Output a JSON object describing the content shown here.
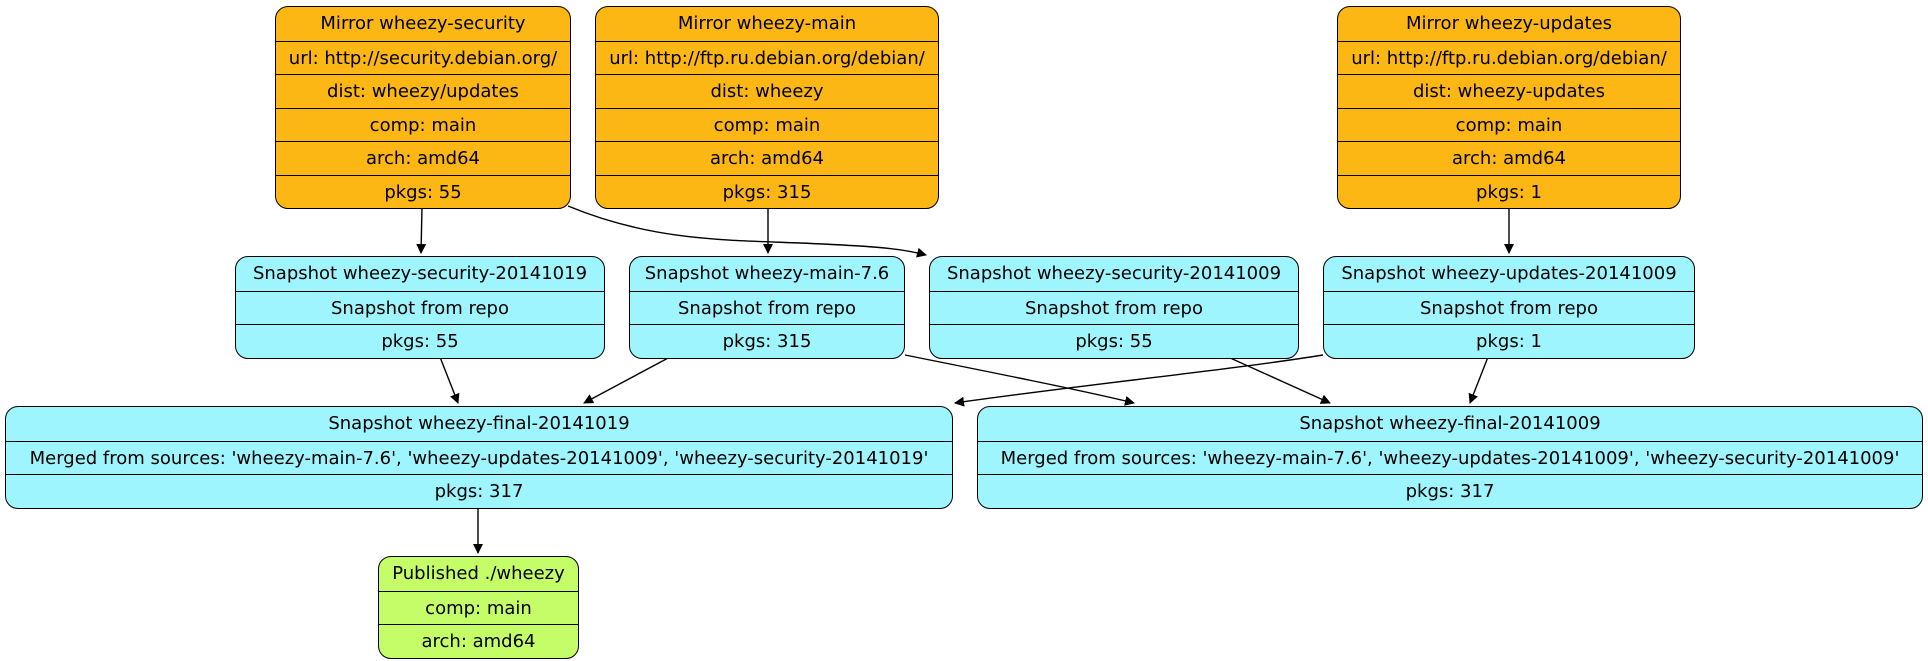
{
  "colors": {
    "mirror": "#fdb714",
    "snapshot": "#9ff5fd",
    "published": "#c5fd68",
    "edge": "#000000"
  },
  "nodes": [
    {
      "id": "mirror-wheezy-security",
      "kind": "mirror",
      "rows": [
        "Mirror wheezy-security",
        "url: http://security.debian.org/",
        "dist: wheezy/updates",
        "comp: main",
        "arch: amd64",
        "pkgs: 55"
      ]
    },
    {
      "id": "mirror-wheezy-main",
      "kind": "mirror",
      "rows": [
        "Mirror wheezy-main",
        "url: http://ftp.ru.debian.org/debian/",
        "dist: wheezy",
        "comp: main",
        "arch: amd64",
        "pkgs: 315"
      ]
    },
    {
      "id": "mirror-wheezy-updates",
      "kind": "mirror",
      "rows": [
        "Mirror wheezy-updates",
        "url: http://ftp.ru.debian.org/debian/",
        "dist: wheezy-updates",
        "comp: main",
        "arch: amd64",
        "pkgs: 1"
      ]
    },
    {
      "id": "snapshot-wheezy-security-20141019",
      "kind": "snapshot",
      "rows": [
        "Snapshot wheezy-security-20141019",
        "Snapshot from repo",
        "pkgs: 55"
      ]
    },
    {
      "id": "snapshot-wheezy-main-7-6",
      "kind": "snapshot",
      "rows": [
        "Snapshot wheezy-main-7.6",
        "Snapshot from repo",
        "pkgs: 315"
      ]
    },
    {
      "id": "snapshot-wheezy-security-20141009",
      "kind": "snapshot",
      "rows": [
        "Snapshot wheezy-security-20141009",
        "Snapshot from repo",
        "pkgs: 55"
      ]
    },
    {
      "id": "snapshot-wheezy-updates-20141009",
      "kind": "snapshot",
      "rows": [
        "Snapshot wheezy-updates-20141009",
        "Snapshot from repo",
        "pkgs: 1"
      ]
    },
    {
      "id": "snapshot-wheezy-final-20141019",
      "kind": "snapshot",
      "rows": [
        "Snapshot wheezy-final-20141019",
        "Merged from sources: 'wheezy-main-7.6', 'wheezy-updates-20141009', 'wheezy-security-20141019'",
        "pkgs: 317"
      ]
    },
    {
      "id": "snapshot-wheezy-final-20141009",
      "kind": "snapshot",
      "rows": [
        "Snapshot wheezy-final-20141009",
        "Merged from sources: 'wheezy-main-7.6', 'wheezy-updates-20141009', 'wheezy-security-20141009'",
        "pkgs: 317"
      ]
    },
    {
      "id": "published-wheezy",
      "kind": "published",
      "rows": [
        "Published ./wheezy",
        "comp: main",
        "arch: amd64"
      ]
    }
  ],
  "edges": [
    {
      "from": "mirror-wheezy-security",
      "to": "snapshot-wheezy-security-20141019"
    },
    {
      "from": "mirror-wheezy-security",
      "to": "snapshot-wheezy-security-20141009"
    },
    {
      "from": "mirror-wheezy-main",
      "to": "snapshot-wheezy-main-7-6"
    },
    {
      "from": "mirror-wheezy-updates",
      "to": "snapshot-wheezy-updates-20141009"
    },
    {
      "from": "snapshot-wheezy-security-20141019",
      "to": "snapshot-wheezy-final-20141019"
    },
    {
      "from": "snapshot-wheezy-main-7-6",
      "to": "snapshot-wheezy-final-20141019"
    },
    {
      "from": "snapshot-wheezy-updates-20141009",
      "to": "snapshot-wheezy-final-20141019"
    },
    {
      "from": "snapshot-wheezy-main-7-6",
      "to": "snapshot-wheezy-final-20141009"
    },
    {
      "from": "snapshot-wheezy-security-20141009",
      "to": "snapshot-wheezy-final-20141009"
    },
    {
      "from": "snapshot-wheezy-updates-20141009",
      "to": "snapshot-wheezy-final-20141009"
    },
    {
      "from": "snapshot-wheezy-final-20141019",
      "to": "published-wheezy"
    }
  ]
}
